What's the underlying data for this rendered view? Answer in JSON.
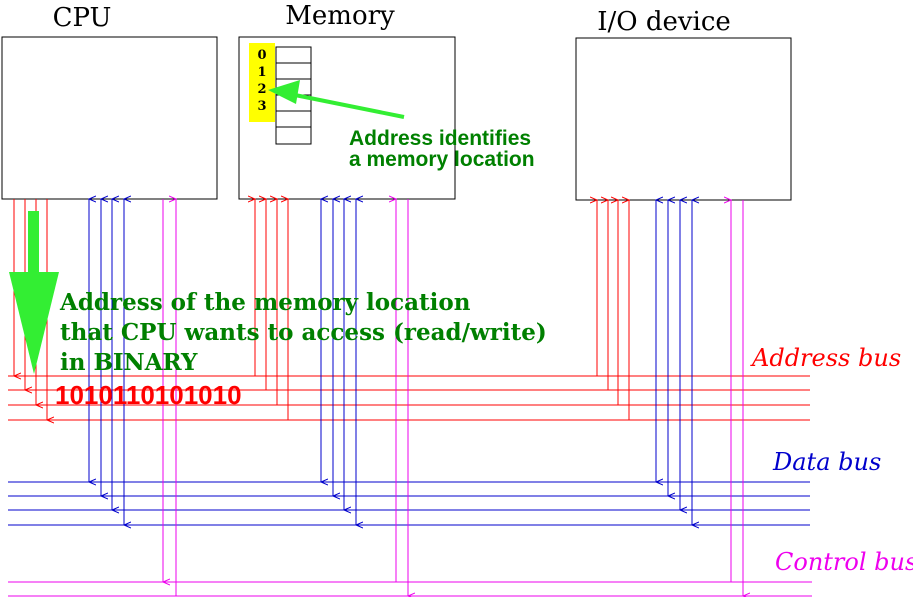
{
  "components": {
    "cpu": "CPU",
    "memory": "Memory",
    "io": "I/O device"
  },
  "memory_cells": [
    "0",
    "1",
    "2",
    "3"
  ],
  "annotations": {
    "address_identifies_line1": "Address identifies",
    "address_identifies_line2": "a memory location",
    "cpu_address_line1": "Address of the memory location",
    "cpu_address_line2": "that CPU wants to access (read/write)",
    "cpu_address_line3": "in BINARY",
    "binary_value": "1010110101010"
  },
  "buses": {
    "address": "Address bus",
    "data": "Data bus",
    "control": "Control bus"
  },
  "colors": {
    "address_bus": "#ff0000",
    "data_bus": "#0000cc",
    "control_bus": "#ee00ee",
    "annotation_green": "#008000",
    "arrow_green": "#33ee33",
    "cell_highlight": "#ffff00"
  }
}
